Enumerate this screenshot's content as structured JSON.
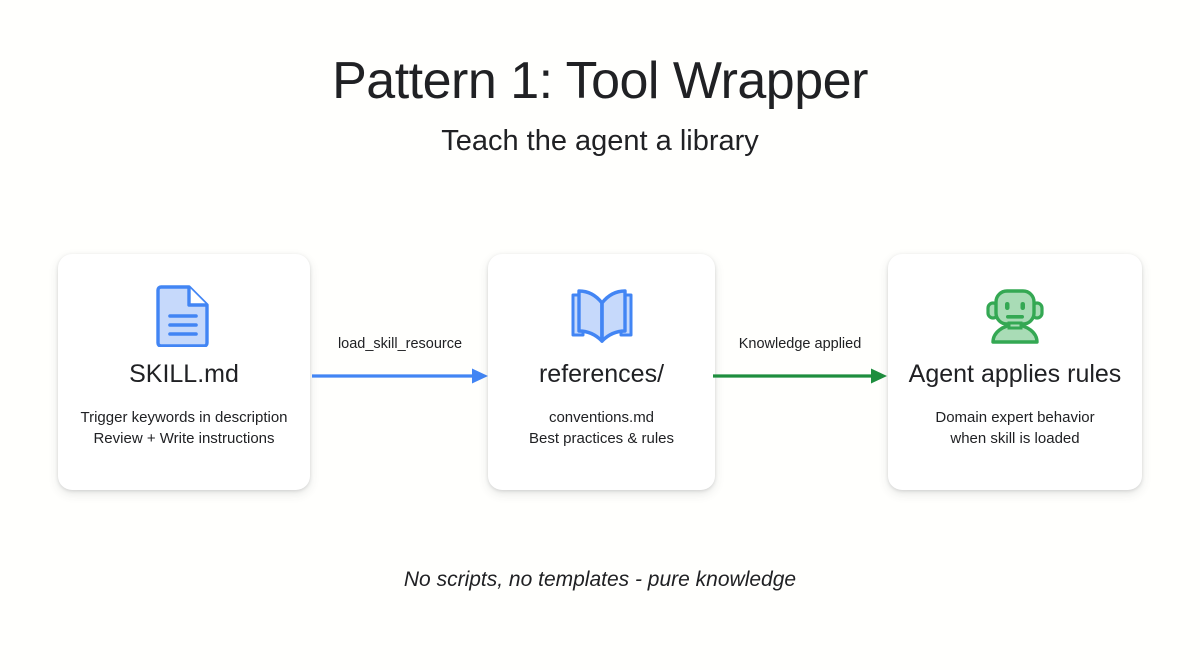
{
  "header": {
    "title": "Pattern 1: Tool Wrapper",
    "subtitle": "Teach the agent a library"
  },
  "cards": [
    {
      "id": "skill-md",
      "icon": "document-icon",
      "title": "SKILL.md",
      "desc_line1": "Trigger keywords in description",
      "desc_line2": "Review + Write instructions",
      "accent": "#4285f4",
      "accent_fill": "#c6d9fb"
    },
    {
      "id": "references",
      "icon": "open-book-icon",
      "title": "references/",
      "desc_line1": "conventions.md",
      "desc_line2": "Best practices & rules",
      "accent": "#4285f4",
      "accent_fill": "#c6d9fb"
    },
    {
      "id": "agent-applies-rules",
      "icon": "robot-icon",
      "title": "Agent applies rules",
      "desc_line1": "Domain expert behavior",
      "desc_line2": "when skill is loaded",
      "accent": "#34a853",
      "accent_fill": "#a9dcb6"
    }
  ],
  "connectors": [
    {
      "id": "load-skill-resource",
      "label": "load_skill_resource",
      "color": "#4285f4"
    },
    {
      "id": "knowledge-applied",
      "label": "Knowledge applied",
      "color": "#1e8e3e"
    }
  ],
  "footer": {
    "caption": "No scripts, no templates - pure knowledge"
  },
  "theme": {
    "background": "#fffffd",
    "card_background": "#ffffff",
    "text": "#202124"
  }
}
